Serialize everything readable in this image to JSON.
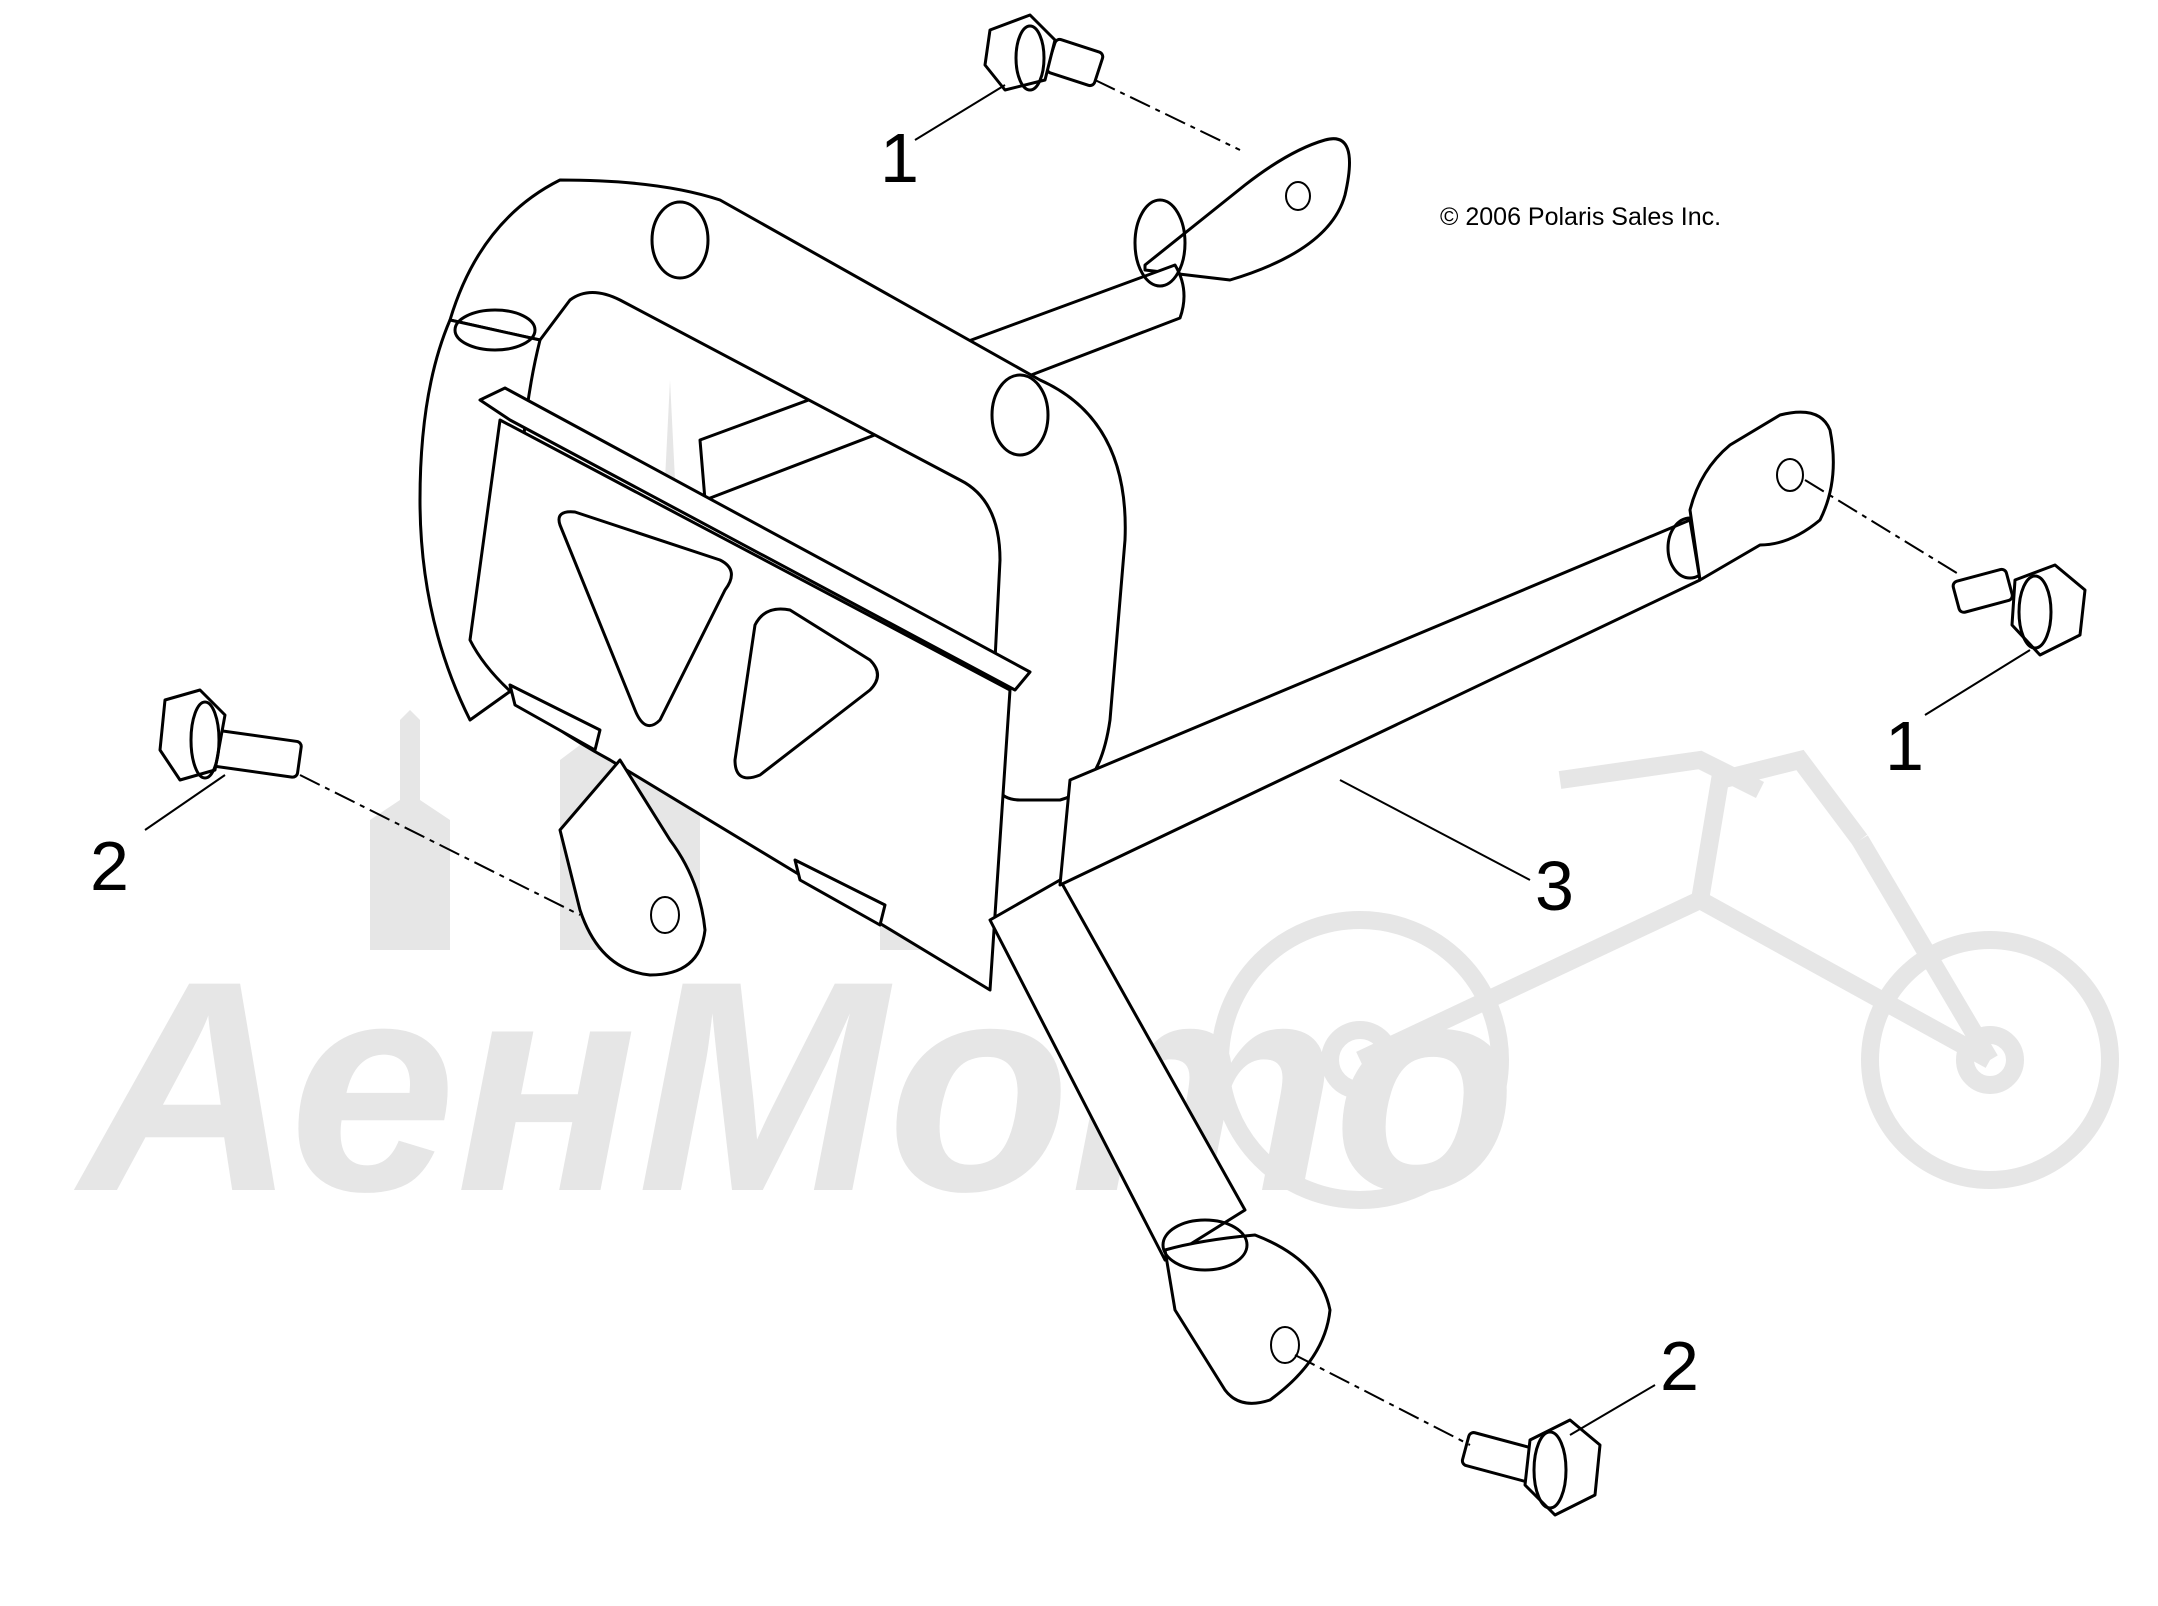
{
  "copyright": "© 2006 Polaris Sales Inc.",
  "watermark": {
    "text": "АенМото",
    "color": "#e6e6e6"
  },
  "callouts": [
    {
      "id": "bolt-top",
      "label": "1"
    },
    {
      "id": "bolt-right",
      "label": "1"
    },
    {
      "id": "bolt-left",
      "label": "2"
    },
    {
      "id": "bolt-bottom",
      "label": "2"
    },
    {
      "id": "bumper",
      "label": "3"
    }
  ]
}
